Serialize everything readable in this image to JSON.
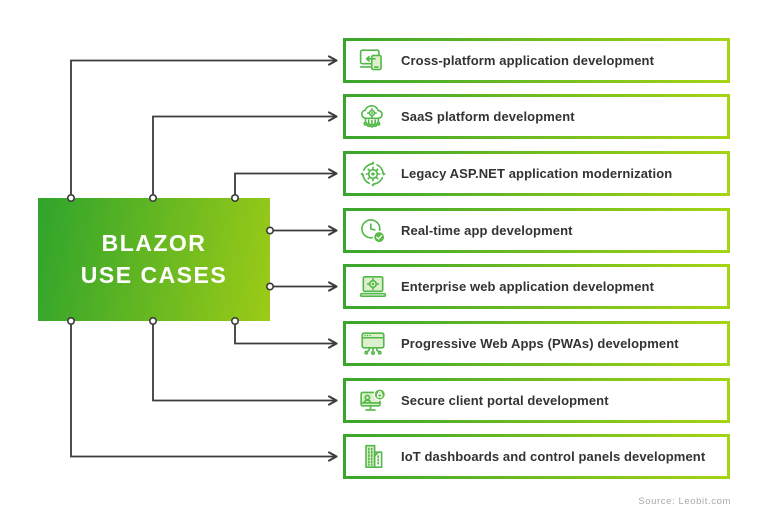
{
  "title": {
    "line1": "BLAZOR",
    "line2": "USE CASES"
  },
  "source": "Source: Leobit.com",
  "colors": {
    "hub_grad_start": "#2fa42c",
    "hub_grad_end": "#9ccb17",
    "box_border_start": "#3aa52d",
    "box_border_end": "#a5d414",
    "connector_line": "#3b3b3b",
    "icon_stroke": "#52b848",
    "icon_fill_light": "#ddefcc",
    "badge_fill": "#5cba47",
    "label_text": "#333333",
    "hub_text": "#ffffff",
    "source_text": "#a9a9a9"
  },
  "use_cases": [
    {
      "label": "Cross-platform application development",
      "icon": "cross-platform-devices-icon"
    },
    {
      "label": "SaaS platform development",
      "icon": "saas-cloud-icon"
    },
    {
      "label": "Legacy ASP.NET application modernization",
      "icon": "legacy-modernization-gear-icon"
    },
    {
      "label": "Real-time app development",
      "icon": "realtime-clock-icon"
    },
    {
      "label": "Enterprise web application development",
      "icon": "enterprise-laptop-icon"
    },
    {
      "label": "Progressive Web Apps (PWAs) development",
      "icon": "pwa-browser-icon"
    },
    {
      "label": "Secure client portal development",
      "icon": "secure-portal-lock-icon"
    },
    {
      "label": "IoT dashboards and control panels development",
      "icon": "iot-buildings-icon"
    }
  ]
}
